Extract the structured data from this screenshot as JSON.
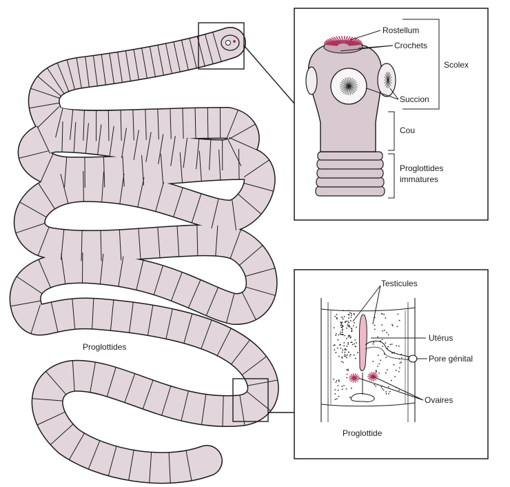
{
  "labels": {
    "worm_body": "Proglottides",
    "rostellum": "Rostellum",
    "crochets": "Crochets",
    "scolex": "Scolex",
    "succion": "Succion",
    "cou": "Cou",
    "immature_line1": "Proglottides",
    "immature_line2": "immatures",
    "testicules": "Testicules",
    "uterus": "Utérus",
    "pore_genital": "Pore génital",
    "ovaires": "Ovaires",
    "proglottide": "Proglottide"
  },
  "colors": {
    "body_fill": "#e2d6dc",
    "outline": "#1a1a1a",
    "uterus": "#f0b9c8",
    "hooks": "#b0305c",
    "testes_dots": "#222222"
  }
}
